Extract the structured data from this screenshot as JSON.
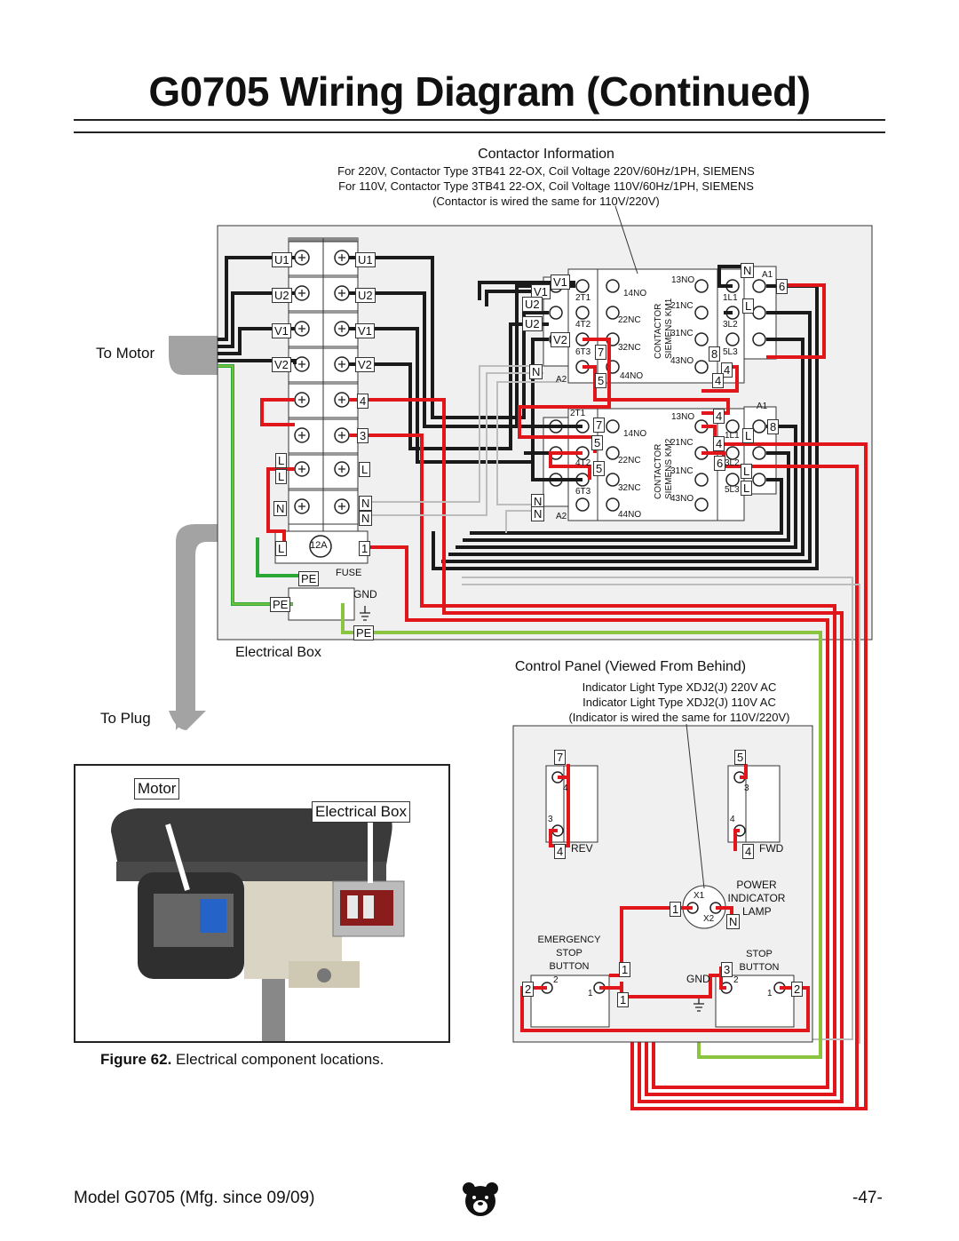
{
  "page": {
    "title": "G0705 Wiring Diagram (Continued)",
    "footer_model": "Model G0705 (Mfg. since 09/09)",
    "page_number": "-47-",
    "logo_icon": "bear-head-logo-icon"
  },
  "contactor_info": {
    "heading": "Contactor Information",
    "line1": "For 220V, Contactor Type 3TB41 22-OX, Coil Voltage 220V/60Hz/1PH, SIEMENS",
    "line2": "For 110V, Contactor Type 3TB41 22-OX, Coil Voltage 110V/60Hz/1PH, SIEMENS",
    "line3": "(Contactor is wired the same for 110V/220V)"
  },
  "electrical_box": {
    "label": "Electrical Box",
    "to_motor": "To Motor",
    "to_plug": "To Plug",
    "terminals_left": [
      "U1",
      "U2",
      "V1",
      "V2"
    ],
    "terminals_right": [
      "U1",
      "U2",
      "V1",
      "V2",
      "4",
      "3",
      "L",
      "N",
      "N",
      "1"
    ],
    "fuse_value": "12A",
    "fuse_label": "FUSE",
    "gnd_label": "GND",
    "pe_labels": [
      "PE",
      "PE",
      "PE"
    ],
    "l_labels": [
      "L",
      "L",
      "L"
    ],
    "n_label": "N"
  },
  "contactor_km1": {
    "name": "SIEMENS KM1",
    "type": "CONTACTOR",
    "contacts": [
      "14NO",
      "22NC",
      "32NC",
      "44NO",
      "13NO",
      "21NC",
      "31NC",
      "43NO"
    ],
    "terminals": [
      "2T1",
      "4T2",
      "6T3",
      "A2",
      "1L1",
      "3L2",
      "5L3",
      "A1"
    ],
    "wire_labels": [
      "V1",
      "V1",
      "U2",
      "U2",
      "V2",
      "N",
      "7",
      "5",
      "N",
      "6",
      "L",
      "8",
      "4",
      "4"
    ]
  },
  "contactor_km2": {
    "name": "SIEMENS KM2",
    "type": "CONTACTOR",
    "contacts": [
      "14NO",
      "22NC",
      "32NC",
      "44NO",
      "13NO",
      "21NC",
      "31NC",
      "43NO"
    ],
    "terminals": [
      "2T1",
      "4T2",
      "6T3",
      "A2",
      "1L1",
      "3L2",
      "5L3",
      "A1"
    ],
    "wire_labels": [
      "7",
      "5",
      "5",
      "N",
      "N",
      "4",
      "8",
      "L",
      "4",
      "6",
      "L",
      "L"
    ]
  },
  "control_panel": {
    "heading": "Control Panel (Viewed From Behind)",
    "line1": "Indicator Light Type XDJ2(J) 220V AC",
    "line2": "Indicator Light Type XDJ2(J) 110V AC",
    "line3": "(Indicator is wired the same for 110V/220V)",
    "rev_label": "REV",
    "fwd_label": "FWD",
    "power_indicator_lamp": [
      "POWER",
      "INDICATOR",
      "LAMP"
    ],
    "x1": "X1",
    "x2": "X2",
    "emergency_stop": [
      "EMERGENCY",
      "STOP",
      "BUTTON"
    ],
    "stop_button": [
      "STOP",
      "BUTTON"
    ],
    "gnd_label": "GND",
    "wire_labels": [
      "7",
      "5",
      "4",
      "3",
      "3",
      "4",
      "4",
      "4",
      "1",
      "N",
      "1",
      "1",
      "3",
      "2",
      "2",
      "2",
      "2",
      "1",
      "1"
    ]
  },
  "photo": {
    "motor_label": "Motor",
    "electrical_box_label": "Electrical Box"
  },
  "caption": {
    "figure_label": "Figure 62.",
    "text": "Electrical component locations."
  },
  "colors": {
    "wire_black": "#1a1a1a",
    "wire_red": "#e0161b",
    "wire_green": "#2aa836",
    "wire_yellow_green": "#8bc53f",
    "wire_gray": "#bdbdbd",
    "box_fill": "#f0f0f0",
    "conduit": "#9c9c9c"
  }
}
